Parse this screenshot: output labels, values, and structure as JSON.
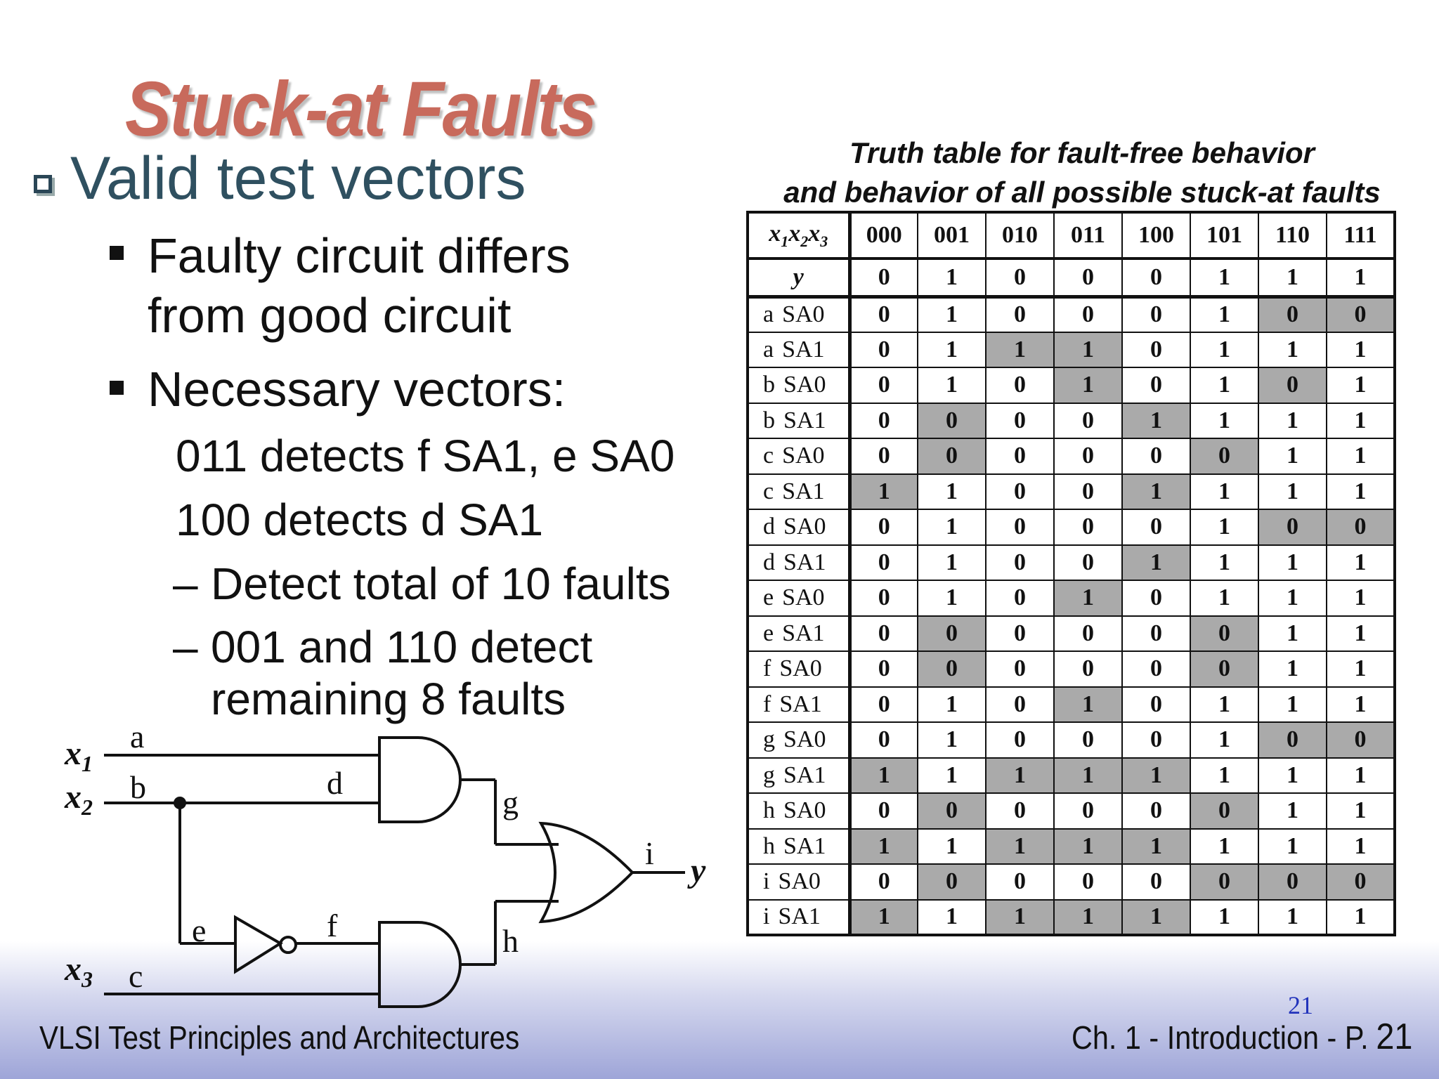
{
  "slide": {
    "title": "Stuck-at Faults",
    "bullet": "Valid test vectors",
    "sub1": "Faulty circuit differs",
    "sub1b": "from good circuit",
    "sub2": "Necessary vectors:",
    "line1": "011 detects f SA1, e SA0",
    "line2": "100 detects d SA1",
    "dash1": "Detect total of 10 faults",
    "dash2a": "001 and 110 detect",
    "dash2b": "remaining 8 faults",
    "dash": "–"
  },
  "table": {
    "caption1": "Truth table for fault-free behavior",
    "caption2": "and behavior of all possible stuck-at faults",
    "vectors": [
      "000",
      "001",
      "010",
      "011",
      "100",
      "101",
      "110",
      "111"
    ],
    "y_label": "y",
    "y_values": [
      "0",
      "1",
      "0",
      "0",
      "0",
      "1",
      "1",
      "1"
    ],
    "shade_color": "#aaaaaa",
    "rows": [
      {
        "net": "a",
        "fault": "SA0",
        "values": [
          "0",
          "1",
          "0",
          "0",
          "0",
          "1",
          "0",
          "0"
        ],
        "detects": [
          false,
          false,
          false,
          false,
          false,
          false,
          true,
          true
        ]
      },
      {
        "net": "a",
        "fault": "SA1",
        "values": [
          "0",
          "1",
          "1",
          "1",
          "0",
          "1",
          "1",
          "1"
        ],
        "detects": [
          false,
          false,
          true,
          true,
          false,
          false,
          false,
          false
        ]
      },
      {
        "net": "b",
        "fault": "SA0",
        "values": [
          "0",
          "1",
          "0",
          "1",
          "0",
          "1",
          "0",
          "1"
        ],
        "detects": [
          false,
          false,
          false,
          true,
          false,
          false,
          true,
          false
        ]
      },
      {
        "net": "b",
        "fault": "SA1",
        "values": [
          "0",
          "0",
          "0",
          "0",
          "1",
          "1",
          "1",
          "1"
        ],
        "detects": [
          false,
          true,
          false,
          false,
          true,
          false,
          false,
          false
        ]
      },
      {
        "net": "c",
        "fault": "SA0",
        "values": [
          "0",
          "0",
          "0",
          "0",
          "0",
          "0",
          "1",
          "1"
        ],
        "detects": [
          false,
          true,
          false,
          false,
          false,
          true,
          false,
          false
        ]
      },
      {
        "net": "c",
        "fault": "SA1",
        "values": [
          "1",
          "1",
          "0",
          "0",
          "1",
          "1",
          "1",
          "1"
        ],
        "detects": [
          true,
          false,
          false,
          false,
          true,
          false,
          false,
          false
        ]
      },
      {
        "net": "d",
        "fault": "SA0",
        "values": [
          "0",
          "1",
          "0",
          "0",
          "0",
          "1",
          "0",
          "0"
        ],
        "detects": [
          false,
          false,
          false,
          false,
          false,
          false,
          true,
          true
        ]
      },
      {
        "net": "d",
        "fault": "SA1",
        "values": [
          "0",
          "1",
          "0",
          "0",
          "1",
          "1",
          "1",
          "1"
        ],
        "detects": [
          false,
          false,
          false,
          false,
          true,
          false,
          false,
          false
        ]
      },
      {
        "net": "e",
        "fault": "SA0",
        "values": [
          "0",
          "1",
          "0",
          "1",
          "0",
          "1",
          "1",
          "1"
        ],
        "detects": [
          false,
          false,
          false,
          true,
          false,
          false,
          false,
          false
        ]
      },
      {
        "net": "e",
        "fault": "SA1",
        "values": [
          "0",
          "0",
          "0",
          "0",
          "0",
          "0",
          "1",
          "1"
        ],
        "detects": [
          false,
          true,
          false,
          false,
          false,
          true,
          false,
          false
        ]
      },
      {
        "net": "f",
        "fault": "SA0",
        "values": [
          "0",
          "0",
          "0",
          "0",
          "0",
          "0",
          "1",
          "1"
        ],
        "detects": [
          false,
          true,
          false,
          false,
          false,
          true,
          false,
          false
        ]
      },
      {
        "net": "f",
        "fault": "SA1",
        "values": [
          "0",
          "1",
          "0",
          "1",
          "0",
          "1",
          "1",
          "1"
        ],
        "detects": [
          false,
          false,
          false,
          true,
          false,
          false,
          false,
          false
        ]
      },
      {
        "net": "g",
        "fault": "SA0",
        "values": [
          "0",
          "1",
          "0",
          "0",
          "0",
          "1",
          "0",
          "0"
        ],
        "detects": [
          false,
          false,
          false,
          false,
          false,
          false,
          true,
          true
        ]
      },
      {
        "net": "g",
        "fault": "SA1",
        "values": [
          "1",
          "1",
          "1",
          "1",
          "1",
          "1",
          "1",
          "1"
        ],
        "detects": [
          true,
          false,
          true,
          true,
          true,
          false,
          false,
          false
        ]
      },
      {
        "net": "h",
        "fault": "SA0",
        "values": [
          "0",
          "0",
          "0",
          "0",
          "0",
          "0",
          "1",
          "1"
        ],
        "detects": [
          false,
          true,
          false,
          false,
          false,
          true,
          false,
          false
        ]
      },
      {
        "net": "h",
        "fault": "SA1",
        "values": [
          "1",
          "1",
          "1",
          "1",
          "1",
          "1",
          "1",
          "1"
        ],
        "detects": [
          true,
          false,
          true,
          true,
          true,
          false,
          false,
          false
        ]
      },
      {
        "net": "i",
        "fault": "SA0",
        "values": [
          "0",
          "0",
          "0",
          "0",
          "0",
          "0",
          "0",
          "0"
        ],
        "detects": [
          false,
          true,
          false,
          false,
          false,
          true,
          true,
          true
        ]
      },
      {
        "net": "i",
        "fault": "SA1",
        "values": [
          "1",
          "1",
          "1",
          "1",
          "1",
          "1",
          "1",
          "1"
        ],
        "detects": [
          true,
          false,
          true,
          true,
          true,
          false,
          false,
          false
        ]
      }
    ]
  },
  "circuit": {
    "inputs": [
      {
        "base": "x",
        "sub": "1"
      },
      {
        "base": "x",
        "sub": "2"
      },
      {
        "base": "x",
        "sub": "3"
      }
    ],
    "output": "y",
    "nets": [
      "a",
      "b",
      "c",
      "d",
      "e",
      "f",
      "g",
      "h",
      "i"
    ]
  },
  "footer": {
    "left": "VLSI Test Principles and Architectures",
    "right": "Ch. 1 - Introduction - P.",
    "page": "21",
    "slide_number": "21"
  }
}
